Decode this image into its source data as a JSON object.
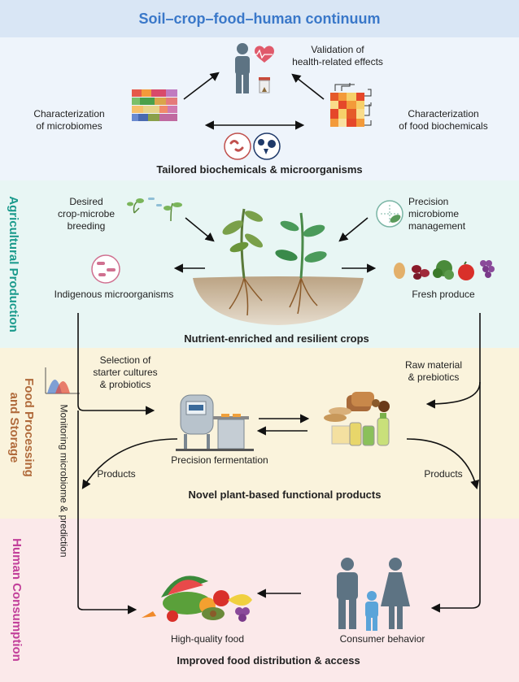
{
  "title": "Soil–crop–food–human continuum",
  "top": {
    "validation": "Validation of\nhealth-related effects",
    "char_micro": "Characterization\nof microbiomes",
    "char_food": "Characterization\nof food biochemicals",
    "tailored": "Tailored biochemicals & microorganisms"
  },
  "agri": {
    "side": "Agricultural Production",
    "breeding": "Desired\ncrop-microbe\nbreeding",
    "precision": "Precision\nmicrobiome\nmanagement",
    "indigenous": "Indigenous microorganisms",
    "fresh": "Fresh produce",
    "bold": "Nutrient-enriched and resilient crops"
  },
  "food": {
    "side": "Food Processing\nand Storage",
    "monitoring": "Monitoring microbiome & prediction",
    "selection": "Selection of\nstarter cultures\n& probiotics",
    "raw": "Raw material\n& prebiotics",
    "fermentation": "Precision fermentation",
    "products_left": "Products",
    "products_right": "Products",
    "bold": "Novel plant-based functional products"
  },
  "human": {
    "side": "Human Consumption",
    "food": "High-quality food",
    "consumer": "Consumer behavior",
    "bold": "Improved food distribution & access"
  },
  "colors": {
    "title": "#3a78c9",
    "agri": "#1a9a8c",
    "food": "#b06a3b",
    "human": "#c2409a"
  }
}
